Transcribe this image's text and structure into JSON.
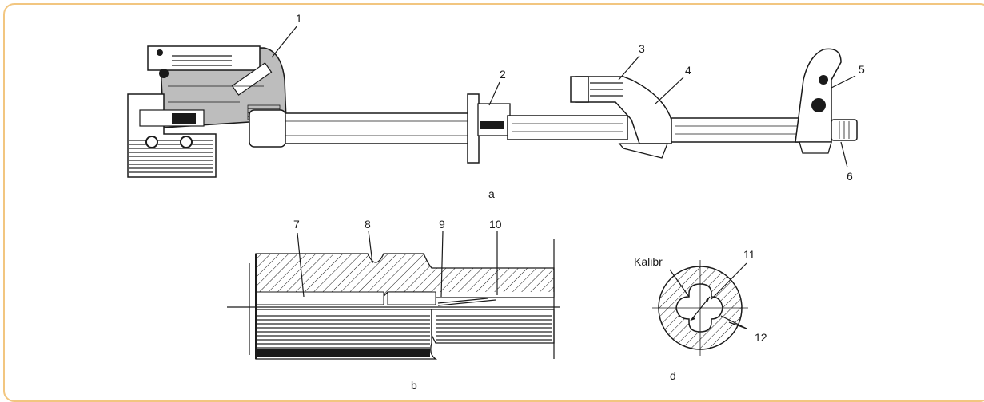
{
  "figure": {
    "a": {
      "caption": "a",
      "callouts": [
        "1",
        "2",
        "3",
        "4",
        "5",
        "6"
      ]
    },
    "b": {
      "caption": "b",
      "callouts": [
        "7",
        "8",
        "9",
        "10"
      ]
    },
    "d": {
      "caption": "d",
      "caliber_label": "Kalibr",
      "callouts": [
        "11",
        "12"
      ]
    }
  },
  "colors": {
    "border": "#f2c680",
    "ink": "#1a1a1a",
    "receiver_fill": "#bdbdbd"
  }
}
